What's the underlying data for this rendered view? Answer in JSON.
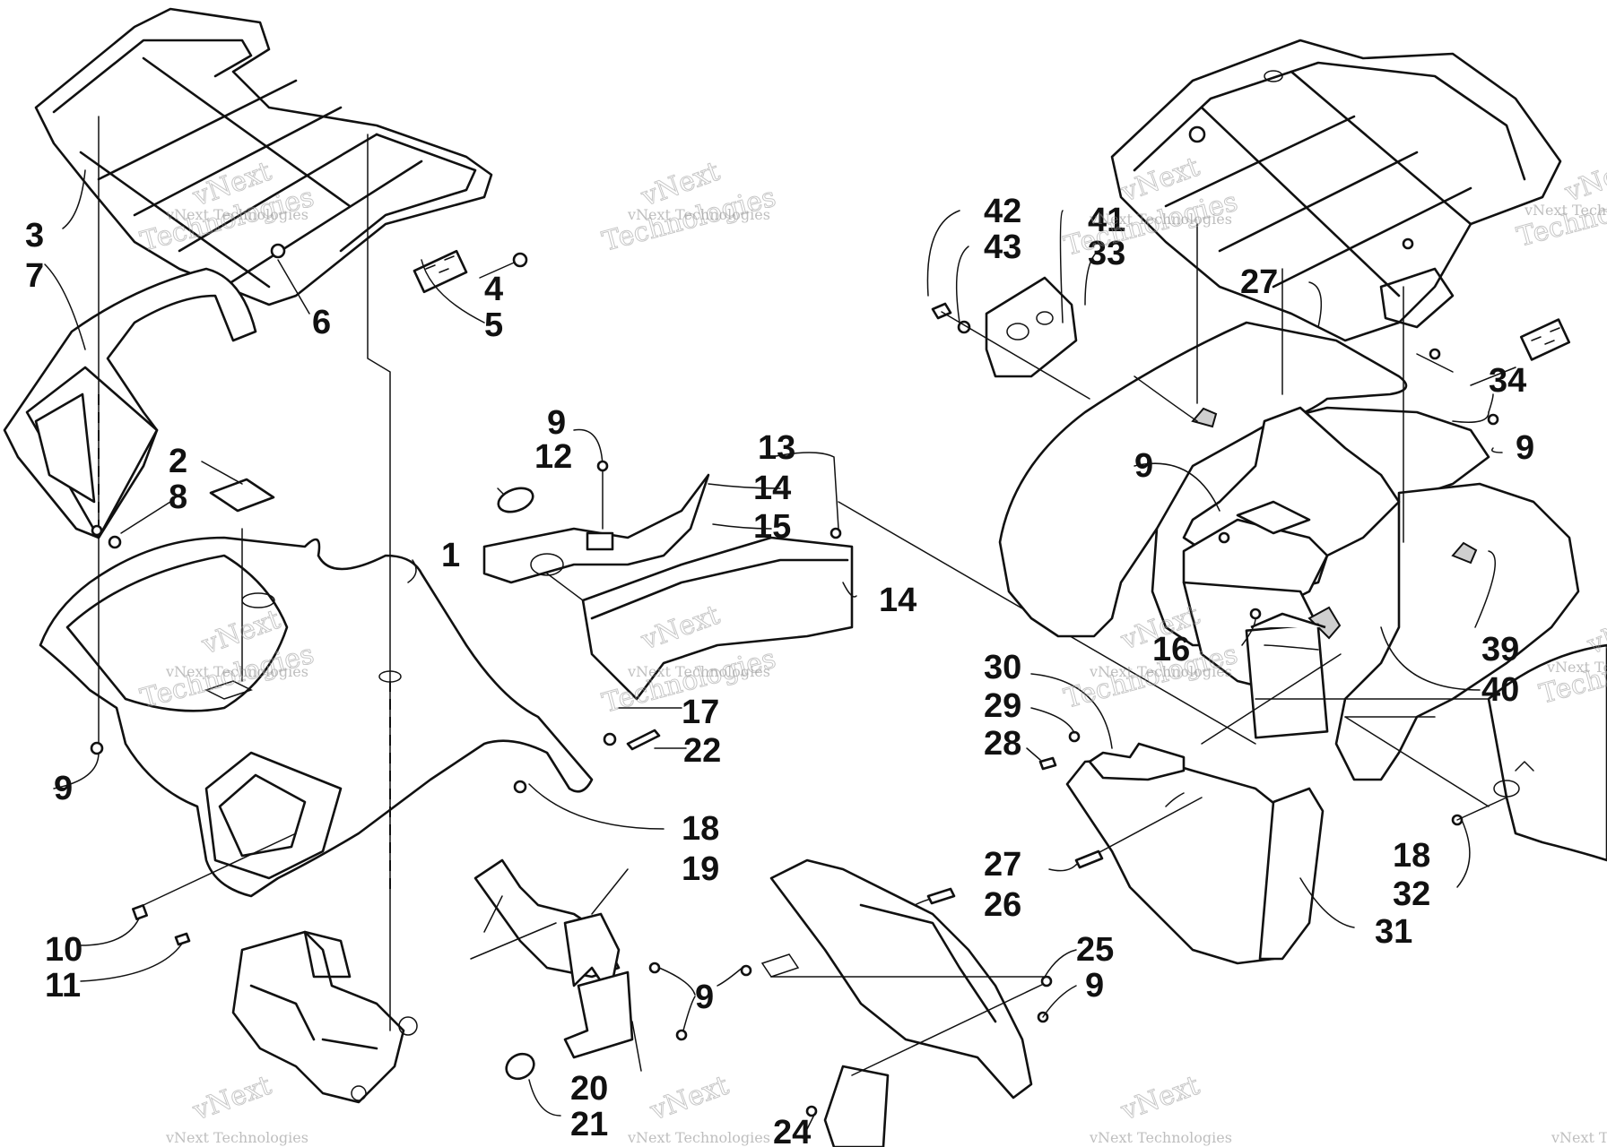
{
  "watermark": {
    "line1": "vNext",
    "line2": "vNext Technologies",
    "line3": "Technologies"
  },
  "callouts": [
    {
      "id": "c3",
      "label": "3"
    },
    {
      "id": "c7",
      "label": "7"
    },
    {
      "id": "c6",
      "label": "6"
    },
    {
      "id": "c4",
      "label": "4"
    },
    {
      "id": "c5",
      "label": "5"
    },
    {
      "id": "c2",
      "label": "2"
    },
    {
      "id": "c8",
      "label": "8"
    },
    {
      "id": "c1",
      "label": "1"
    },
    {
      "id": "c9a",
      "label": "9"
    },
    {
      "id": "c10",
      "label": "10"
    },
    {
      "id": "c11",
      "label": "11"
    },
    {
      "id": "c9b",
      "label": "9"
    },
    {
      "id": "c12",
      "label": "12"
    },
    {
      "id": "c14a",
      "label": "14"
    },
    {
      "id": "c13",
      "label": "13"
    },
    {
      "id": "c15",
      "label": "15"
    },
    {
      "id": "c14b",
      "label": "14"
    },
    {
      "id": "c17",
      "label": "17"
    },
    {
      "id": "c22",
      "label": "22"
    },
    {
      "id": "c18a",
      "label": "18"
    },
    {
      "id": "c19",
      "label": "19"
    },
    {
      "id": "c9c",
      "label": "9"
    },
    {
      "id": "c20",
      "label": "20"
    },
    {
      "id": "c21",
      "label": "21"
    },
    {
      "id": "c24",
      "label": "24"
    },
    {
      "id": "c42",
      "label": "42"
    },
    {
      "id": "c43",
      "label": "43"
    },
    {
      "id": "c41",
      "label": "41"
    },
    {
      "id": "c33",
      "label": "33"
    },
    {
      "id": "c27a",
      "label": "27"
    },
    {
      "id": "c34",
      "label": "34"
    },
    {
      "id": "c9d",
      "label": "9"
    },
    {
      "id": "c9e",
      "label": "9"
    },
    {
      "id": "c16",
      "label": "16"
    },
    {
      "id": "c39",
      "label": "39"
    },
    {
      "id": "c40",
      "label": "40"
    },
    {
      "id": "c30",
      "label": "30"
    },
    {
      "id": "c29",
      "label": "29"
    },
    {
      "id": "c28",
      "label": "28"
    },
    {
      "id": "c27b",
      "label": "27"
    },
    {
      "id": "c26",
      "label": "26"
    },
    {
      "id": "c25",
      "label": "25"
    },
    {
      "id": "c9f",
      "label": "9"
    },
    {
      "id": "c18b",
      "label": "18"
    },
    {
      "id": "c32",
      "label": "32"
    },
    {
      "id": "c31",
      "label": "31"
    }
  ]
}
